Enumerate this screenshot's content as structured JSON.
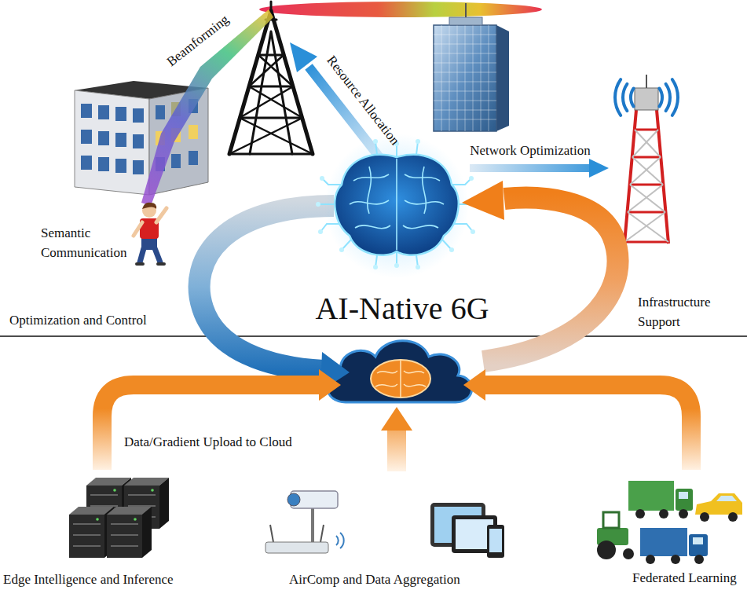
{
  "diagram": {
    "title": "AI-Native 6G",
    "labels": [
      "Beamforming",
      "Resource Allocation",
      "Network Optimization",
      "Semantic Communication",
      "Optimization and Control",
      "Infrastructure Support",
      "Data/Gradient Upload to Cloud",
      "Edge Intelligence and Inference",
      "AirComp and Data Aggregation",
      "Federated Learning"
    ]
  }
}
